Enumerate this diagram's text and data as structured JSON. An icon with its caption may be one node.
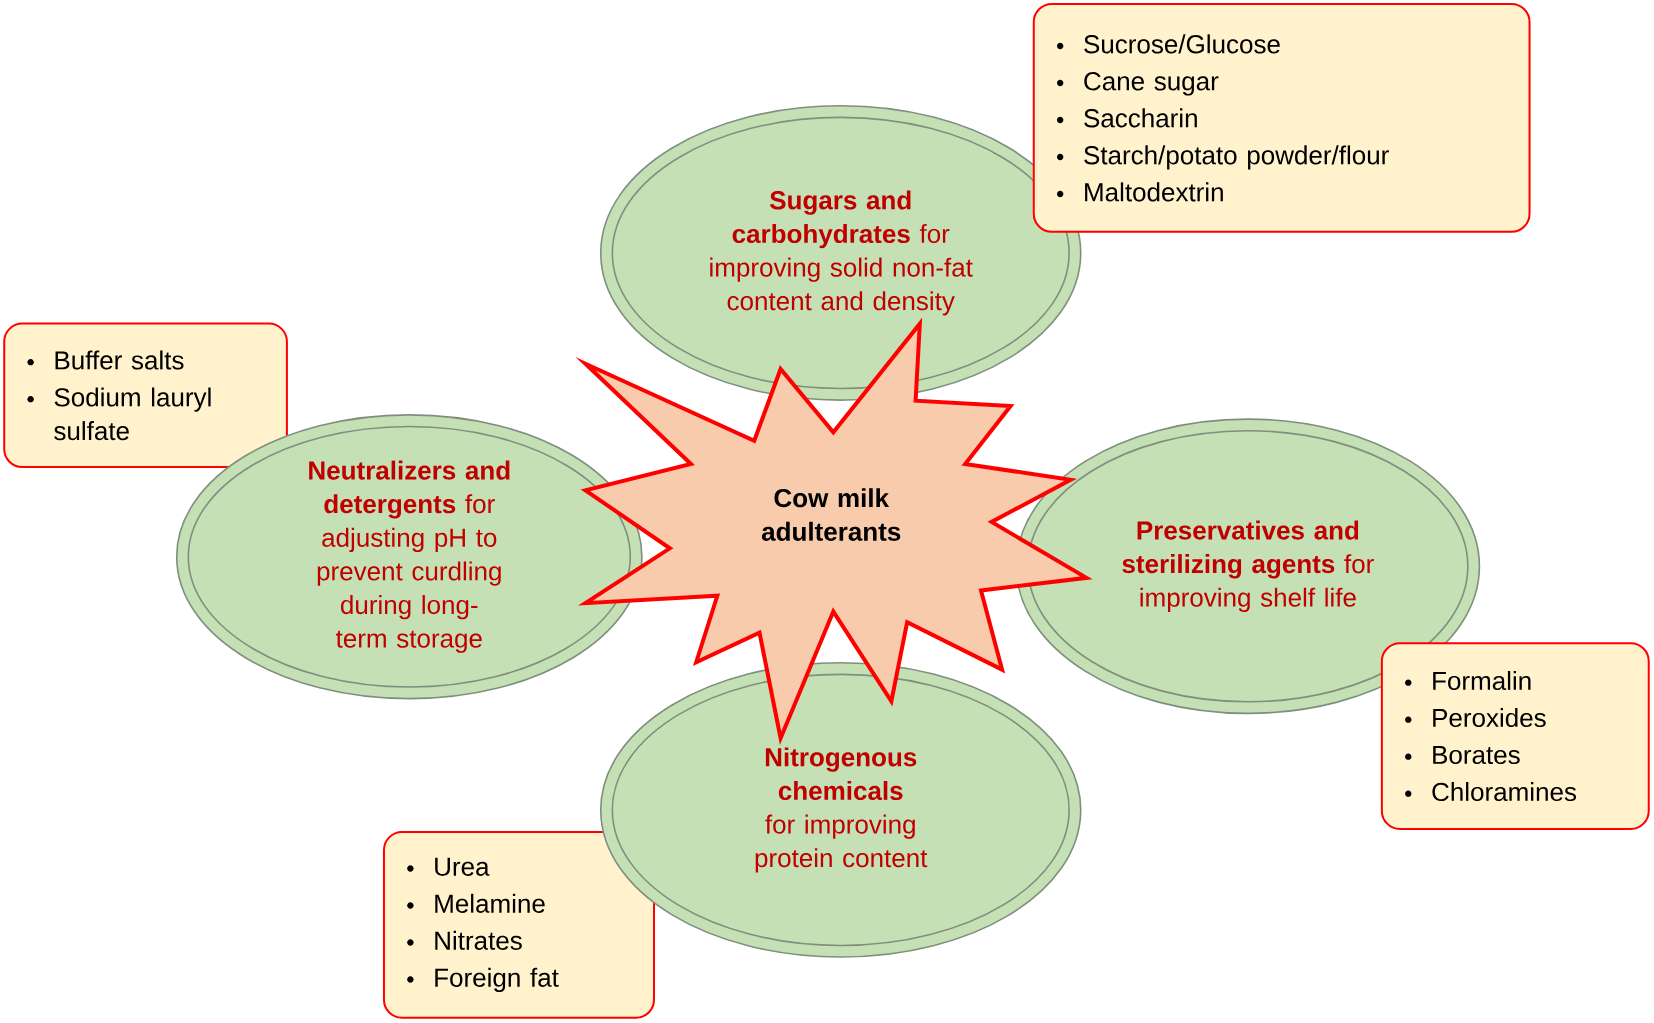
{
  "diagram": {
    "nodes": [
      {
        "text": [
          "Cow milk adulterants"
        ]
      },
      {
        "text": [
          "**Sugars and carbohydrates** for improving solid non-fat content and density"
        ]
      },
      {
        "text": [
          "**Neutralizers and detergents** for adjusting pH to prevent curdling during long-term storage"
        ]
      },
      {
        "text": [
          "**Preservatives and sterilizing agents** for improving shelf life"
        ]
      },
      {
        "text": [
          "**Nitrogenous chemicals** for improving protein content"
        ]
      },
      {
        "text": [
          "Sucrose/Glucose",
          "Cane sugar",
          "Saccharin",
          "Starch/potato powder/flour",
          "Maltodextrin"
        ]
      },
      {
        "text": [
          "Buffer salts",
          "Sodium lauryl sulfate"
        ]
      },
      {
        "text": [
          "Formalin",
          "Peroxides",
          "Borates",
          "Chloramines"
        ]
      },
      {
        "text": [
          "Urea",
          "Melamine",
          "Nitrates",
          "Foreign fat"
        ]
      }
    ]
  }
}
